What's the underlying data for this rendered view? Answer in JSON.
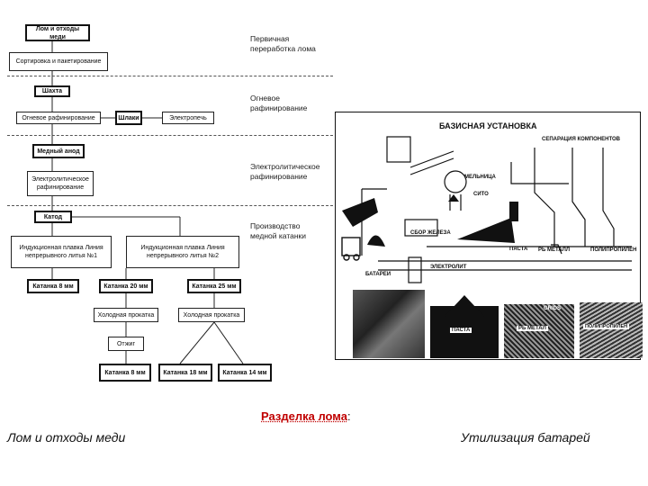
{
  "flowchart": {
    "nodes": {
      "scrap": "Лом и отходы меди",
      "sorting": "Сортировка и пакетирование",
      "shaft": "Шахта",
      "fire_refining": "Огневое рафинирование",
      "slags": "Шлаки",
      "electric_furnace": "Электропечь",
      "copper_anode": "Медный анод",
      "electrolytic_refining": "Электролитическое рафинирование",
      "cathode": "Катод",
      "induction1": "Индукционная плавка Линия непрерывного литья №1",
      "induction2": "Индукционная плавка Линия непрерывного литья №2",
      "rod8": "Катанка 8 мм",
      "rod20": "Катанка 20 мм",
      "rod25": "Катанка 25 мм",
      "cold_rolling1": "Холодная прокатка",
      "cold_rolling2": "Холодная прокатка",
      "annealing": "Отжиг",
      "out8": "Катанка 8 мм",
      "out18": "Катанка 18 мм",
      "out14": "Катанка 14 мм"
    },
    "stages": {
      "primary": "Первичная переработка лома",
      "fire": "Огневое рафинирование",
      "electrolytic": "Электролитическое рафинирование",
      "rod_production": "Производство медной катанки"
    }
  },
  "battery_diagram": {
    "title": "БАЗИСНАЯ УСТАНОВКА",
    "labels": {
      "separation": "СЕПАРАЦИЯ КОМПОНЕНТОВ",
      "mill": "МЕЛЬНИЦА",
      "sito": "СИТО",
      "iron_collection": "СБОР ЖЕЛЕЗА",
      "paste": "ПАСТА",
      "pb_metal": "PЬ МЕТАЛЛ",
      "polypropylene": "ПОЛИПРОПИЛЕН",
      "electrolyte": "ЭЛЕКТРОЛИТ",
      "batteries": "БАТАРЕИ",
      "photo_paste": "ПАСТА",
      "photo_grids": "GRIDS",
      "photo_pb_metal": "PЬ МЕТАЛ",
      "photo_polypropylene": "ПОЛИПРОПИЛЕН"
    }
  },
  "captions": {
    "left": "Лом и отходы меди",
    "center_red": "Разделка лома",
    "center_colon": ":",
    "right": "Утилизация батарей"
  }
}
